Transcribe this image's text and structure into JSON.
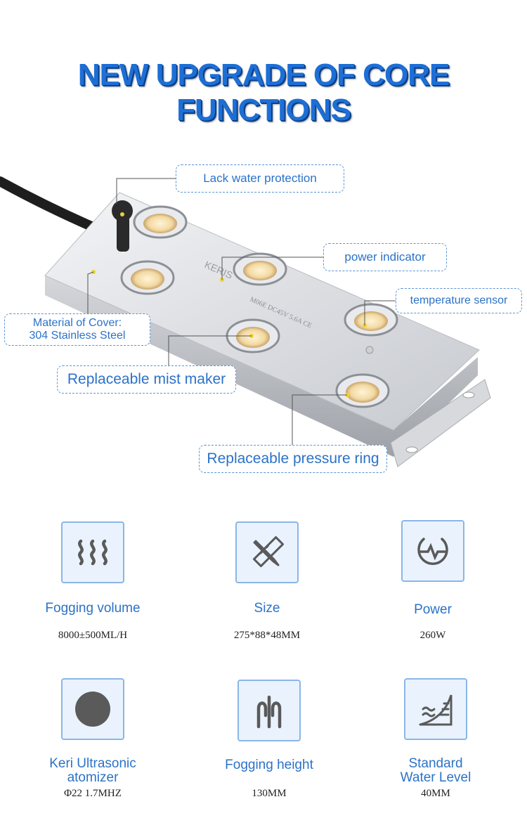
{
  "header": {
    "title": "NEW UPGRADE OF CORE FUNCTIONS"
  },
  "product": {
    "logo_text": "KERIS",
    "label_text": "M06E DC45V 5.6A CE",
    "callouts": {
      "lack_water": "Lack water protection",
      "power_indicator": "power indicator",
      "temperature_sensor": "temperature sensor",
      "cover_line1": "Material of Cover:",
      "cover_line2": "304 Stainless Steel",
      "mist_maker": "Replaceable mist maker",
      "pressure_ring": "Replaceable pressure ring"
    }
  },
  "features": [
    {
      "icon": "heat-waves-icon",
      "label": "Fogging volume",
      "value": "8000±500ML/H"
    },
    {
      "icon": "ruler-pencil-icon",
      "label": "Size",
      "value": "275*88*48MM"
    },
    {
      "icon": "power-pulse-icon",
      "label": "Power",
      "value": "260W"
    },
    {
      "icon": "atomizer-disc-icon",
      "label_line1": "Keri Ultrasonic",
      "label_line2": "atomizer",
      "value": "Φ22 1.7MHZ"
    },
    {
      "icon": "fog-height-icon",
      "label": "Fogging height",
      "value": "130MM"
    },
    {
      "icon": "water-level-icon",
      "label_line1": "Standard",
      "label_line2": "Water Level",
      "value": "40MM"
    }
  ],
  "colors": {
    "accent": "#2b72c8",
    "title_blue": "#1d6fd6",
    "icon_fill": "#5a5a5a"
  }
}
